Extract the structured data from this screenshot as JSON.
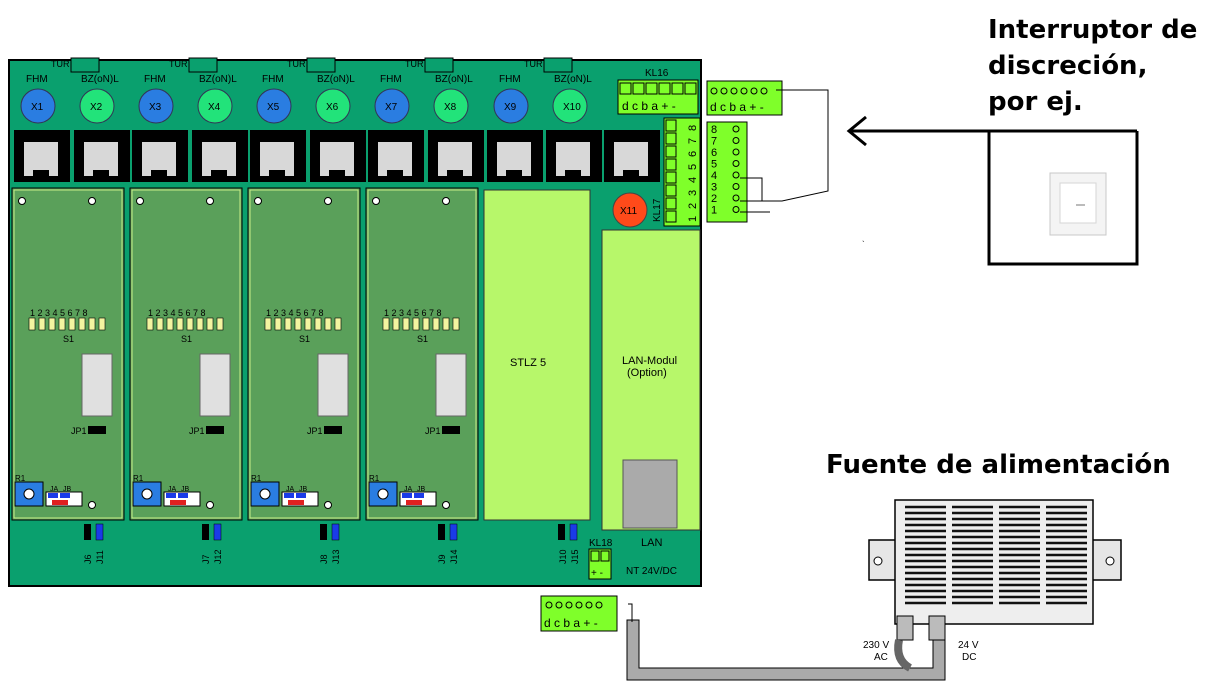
{
  "board": {
    "door_label": "TÜR",
    "fhm_label": "FHM",
    "bz_label": "BZ(oN)L",
    "ports": [
      {
        "fhm": "X1",
        "bz": "X2"
      },
      {
        "fhm": "X3",
        "bz": "X4"
      },
      {
        "fhm": "X5",
        "bz": "X6"
      },
      {
        "fhm": "X7",
        "bz": "X8"
      },
      {
        "fhm": "X9",
        "bz": "X10"
      }
    ],
    "x11": "X11",
    "modules": [
      {
        "j_left": "J6",
        "j_right": "J11"
      },
      {
        "j_left": "J7",
        "j_right": "J12"
      },
      {
        "j_left": "J8",
        "j_right": "J13"
      },
      {
        "j_left": "J9",
        "j_right": "J14"
      }
    ],
    "dip_numbers": "1 2 3 4 5 6 7 8",
    "dip_label": "S1",
    "jp1": "JP1",
    "r1": "R1",
    "ja": "JA",
    "jb": "JB",
    "j10": "J10",
    "j15": "J15",
    "stlz": "STLZ 5",
    "lan_module_line1": "LAN-Modul",
    "lan_module_line2": "(Option)",
    "lan": "LAN",
    "kl16": "KL16",
    "kl16_pins": "d c b a + -",
    "kl17": "KL17",
    "kl17_pins": [
      "8",
      "7",
      "6",
      "5",
      "4",
      "3",
      "2",
      "1"
    ],
    "kl18": "KL18",
    "kl18_pins": "+  -",
    "nt": "NT 24V/DC"
  },
  "connector_top": {
    "pins": "d c b a + -"
  },
  "connector_side": {
    "pins": [
      "8",
      "7",
      "6",
      "5",
      "4",
      "3",
      "2",
      "1"
    ]
  },
  "connector_bottom": {
    "pins": "d c b a + -"
  },
  "switch_caption": [
    "Interruptor de",
    "discreción,",
    "por ej."
  ],
  "psu_caption": "Fuente de alimentación",
  "psu_labels": {
    "ac_v": "230 V",
    "ac": "AC",
    "dc_v": "24 V",
    "dc": "DC"
  },
  "colors": {
    "board": "#0aa06e",
    "module": "#5aa05a",
    "fhm": "#2a7de1",
    "bz": "#22e37a",
    "x11": "#ff4a1a",
    "terminal": "#7fff2a",
    "stlz": "#b7f76a"
  }
}
